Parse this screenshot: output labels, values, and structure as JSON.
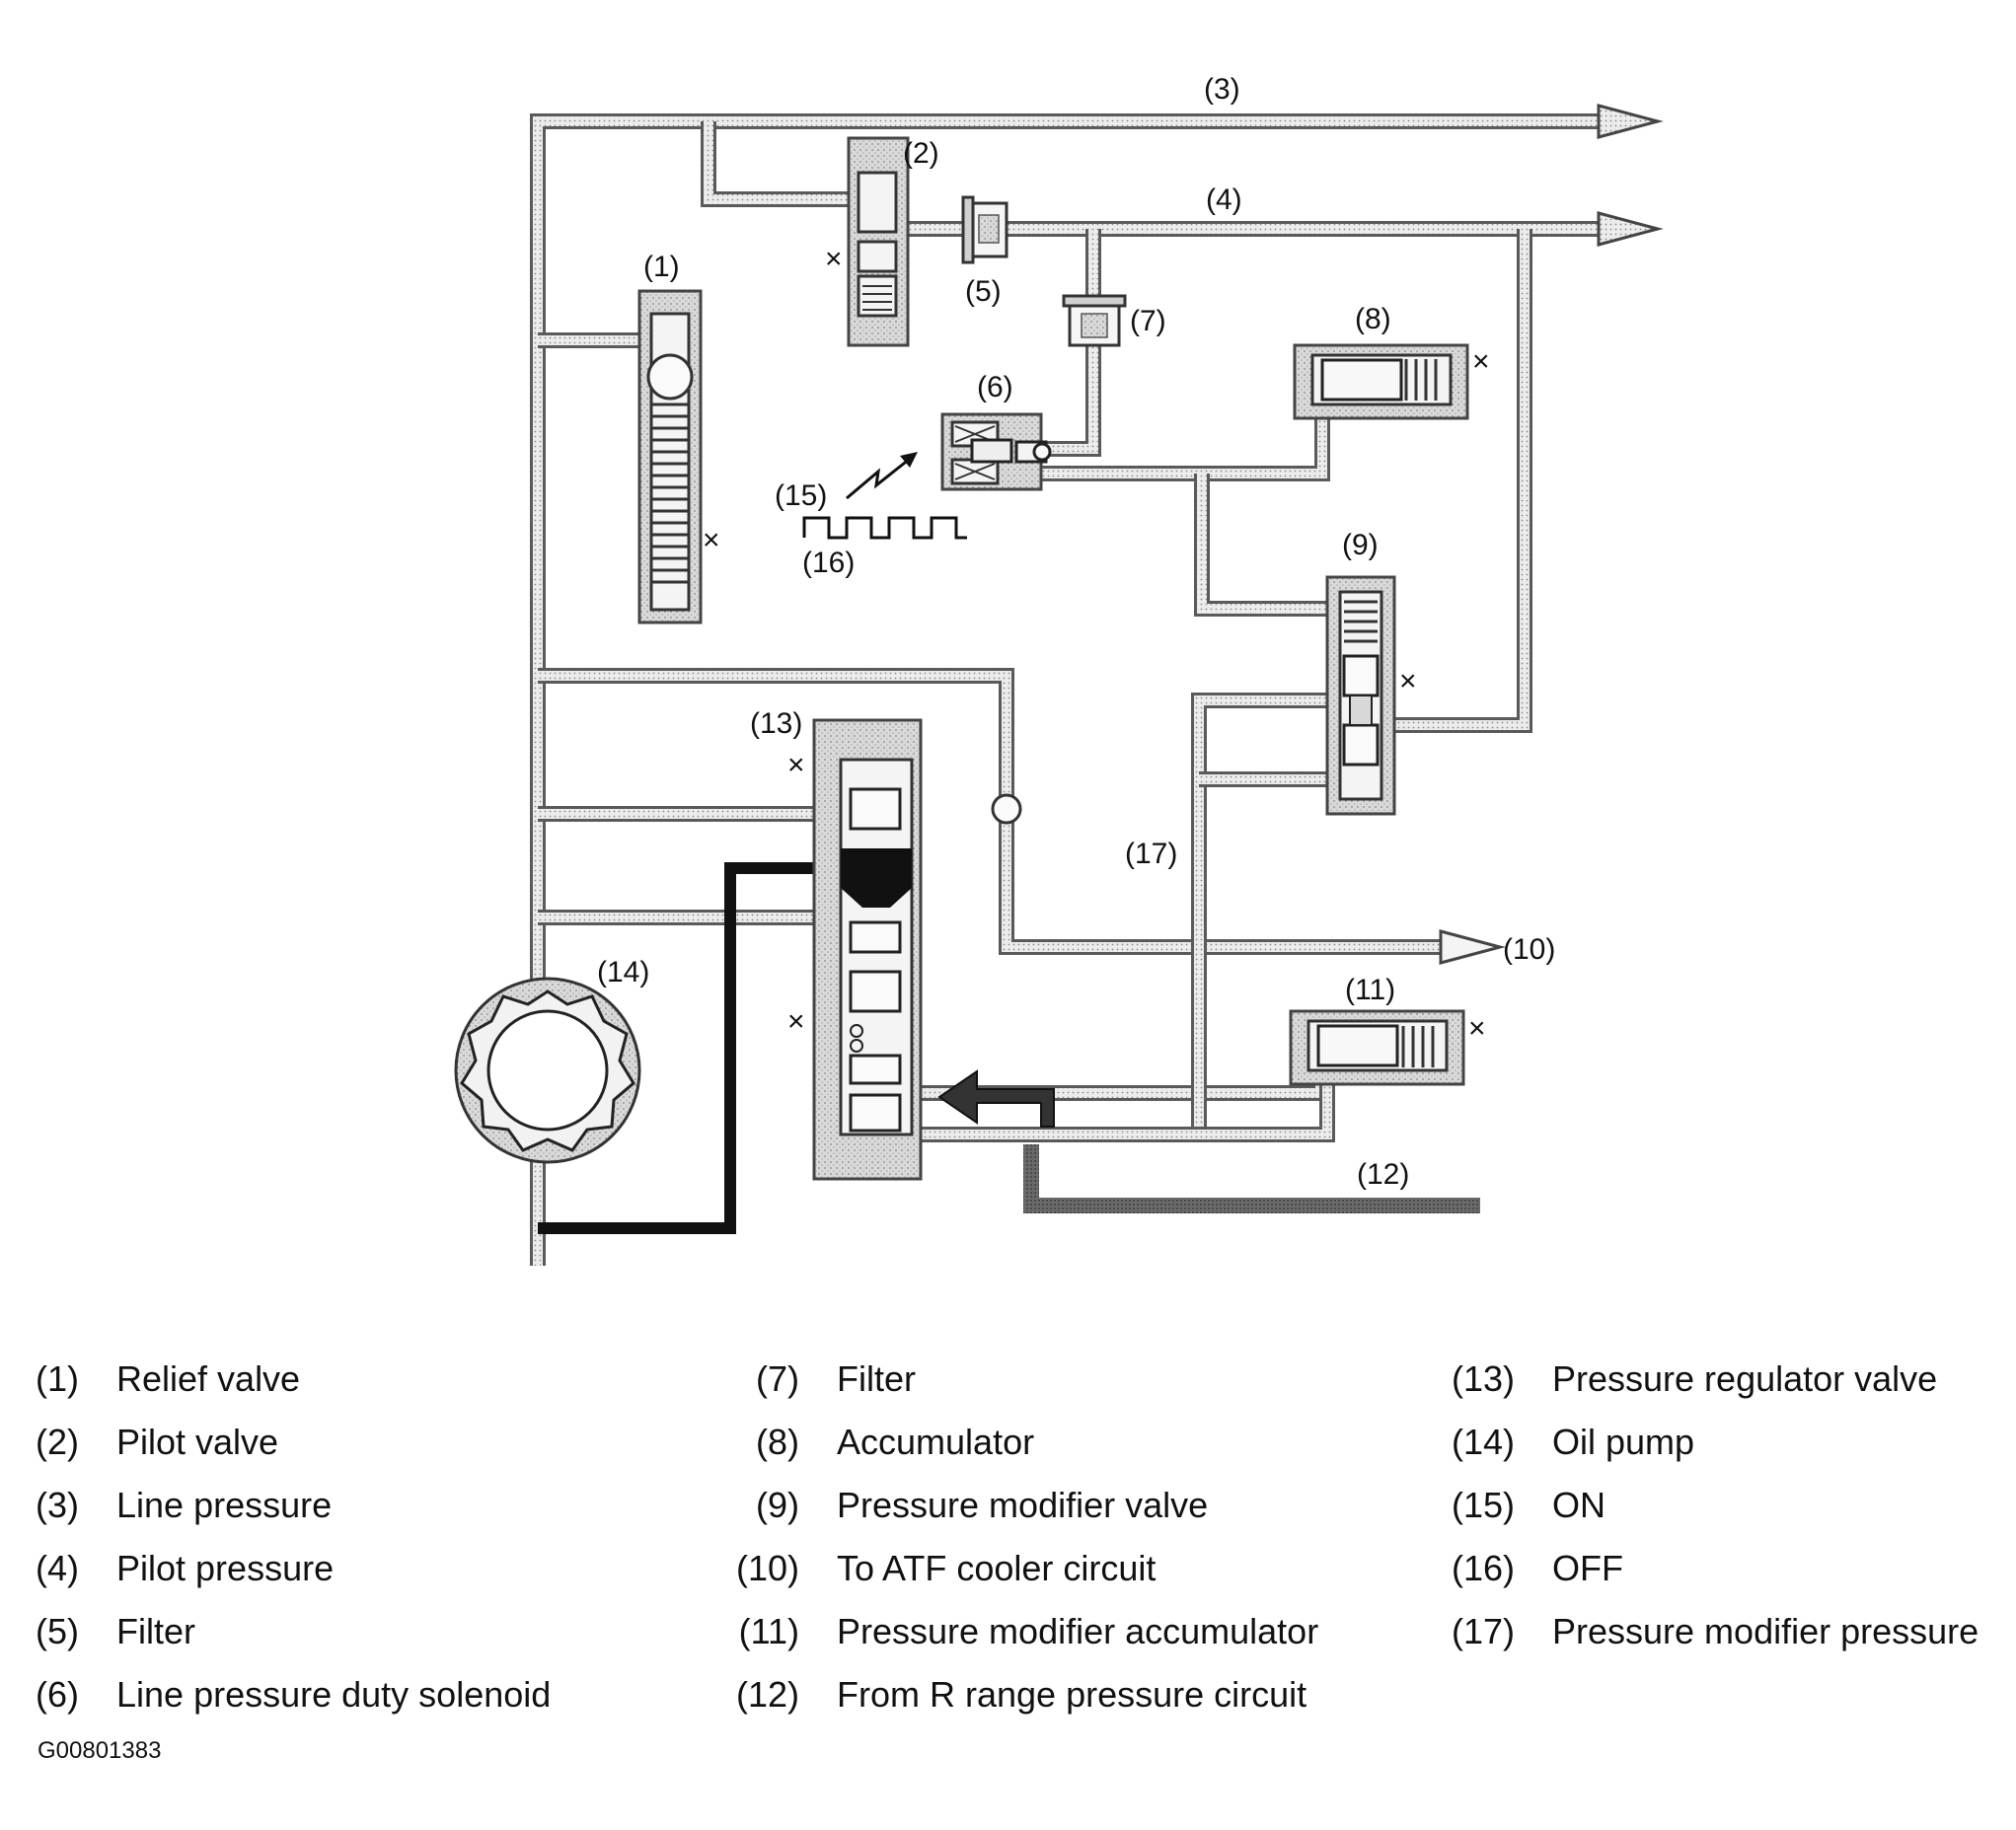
{
  "diagram_labels": {
    "l1": "(1)",
    "l2": "(2)",
    "l3": "(3)",
    "l4": "(4)",
    "l5": "(5)",
    "l6": "(6)",
    "l7": "(7)",
    "l8": "(8)",
    "l9": "(9)",
    "l10": "(10)",
    "l11": "(11)",
    "l12": "(12)",
    "l13": "(13)",
    "l14": "(14)",
    "l15": "(15)",
    "l16": "(16)",
    "l17": "(17)"
  },
  "x_marker": "×",
  "legend": {
    "col1": [
      {
        "num": "(1)",
        "text": "Relief valve"
      },
      {
        "num": "(2)",
        "text": "Pilot valve"
      },
      {
        "num": "(3)",
        "text": "Line pressure"
      },
      {
        "num": "(4)",
        "text": "Pilot pressure"
      },
      {
        "num": "(5)",
        "text": "Filter"
      },
      {
        "num": "(6)",
        "text": "Line pressure duty solenoid"
      }
    ],
    "col2": [
      {
        "num": "(7)",
        "text": "Filter"
      },
      {
        "num": "(8)",
        "text": "Accumulator"
      },
      {
        "num": "(9)",
        "text": "Pressure modifier valve"
      },
      {
        "num": "(10)",
        "text": "To ATF cooler circuit"
      },
      {
        "num": "(11)",
        "text": "Pressure modifier accumulator"
      },
      {
        "num": "(12)",
        "text": "From R range pressure circuit"
      }
    ],
    "col3": [
      {
        "num": "(13)",
        "text": "Pressure regulator valve"
      },
      {
        "num": "(14)",
        "text": "Oil pump"
      },
      {
        "num": "(15)",
        "text": "ON"
      },
      {
        "num": "(16)",
        "text": "OFF"
      },
      {
        "num": "(17)",
        "text": "Pressure modifier pressure"
      }
    ]
  },
  "figure_id": "G00801383",
  "colors": {
    "line_pressure": "#dcdcdc",
    "pipe_outline": "#5a5a5a",
    "dark_circuit": "#1a1a1a",
    "r_range": "#7a7a7a"
  }
}
